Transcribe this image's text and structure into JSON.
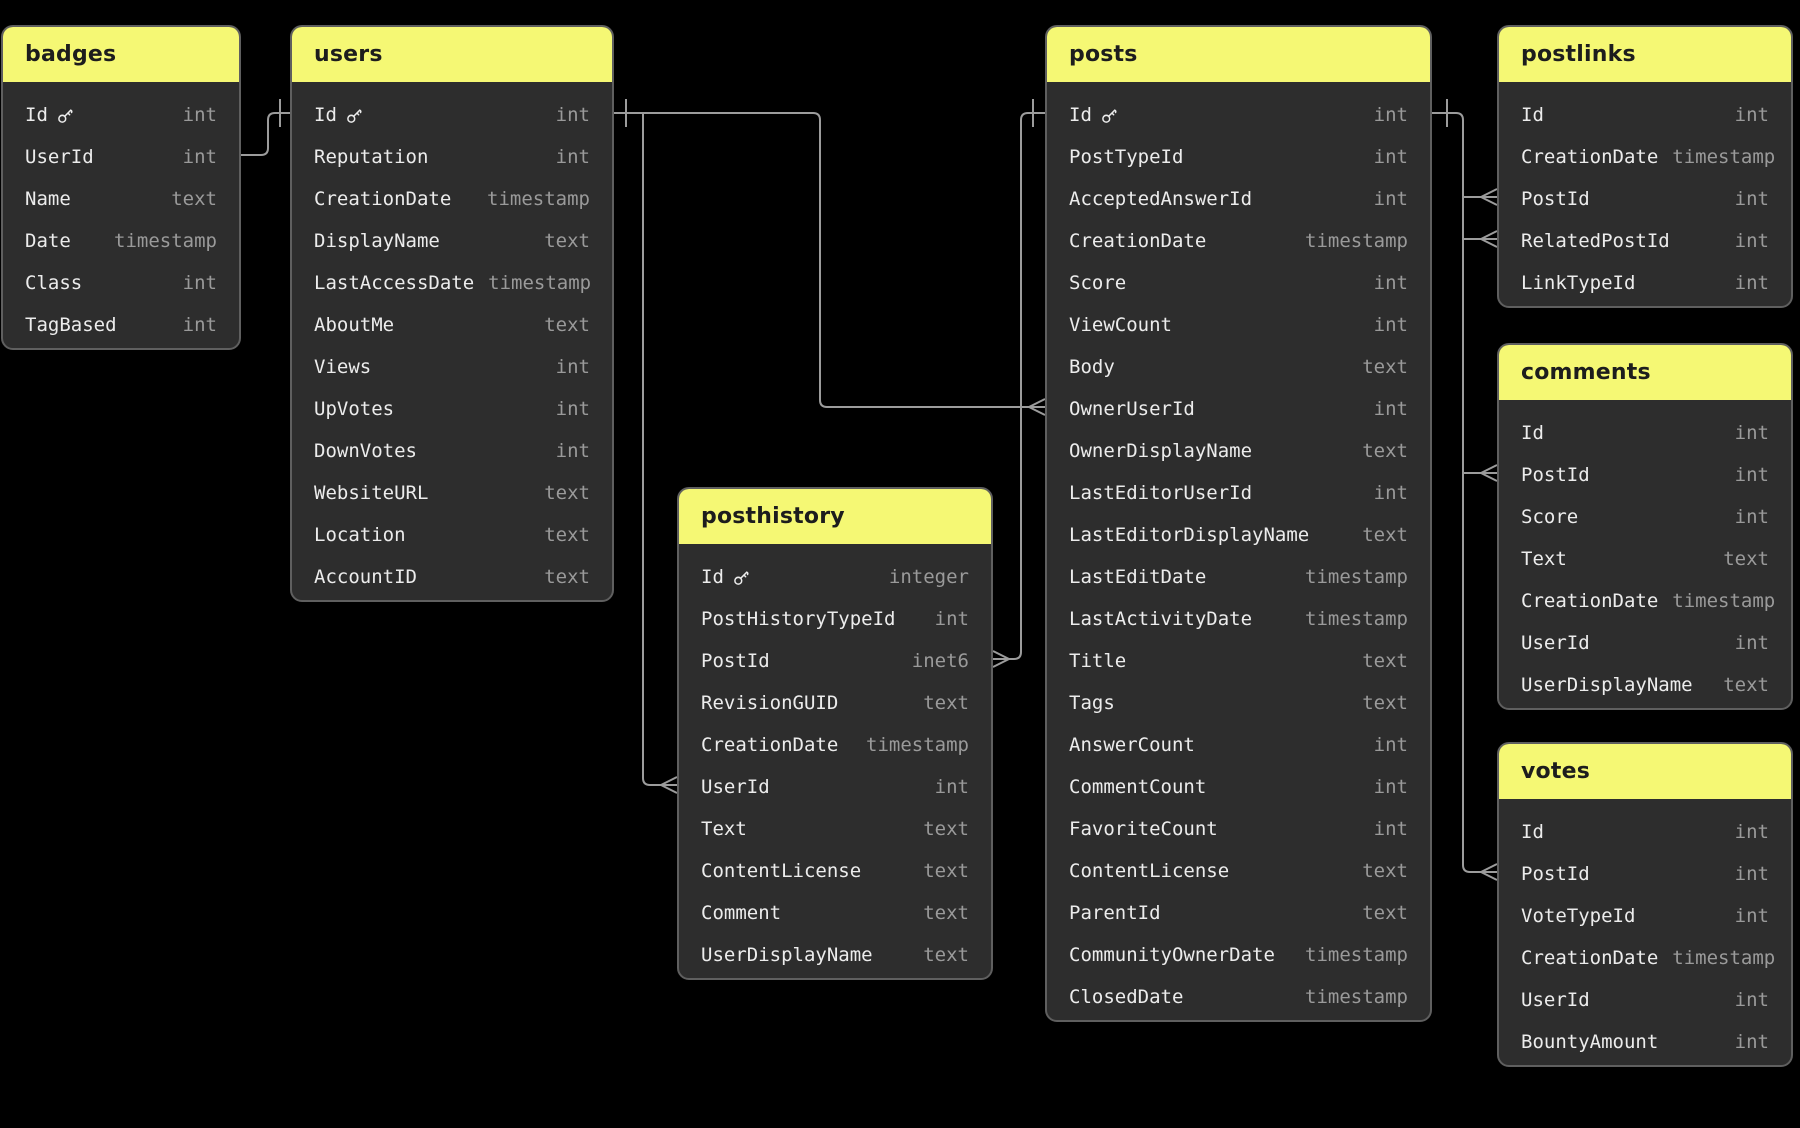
{
  "colors": {
    "canvas_bg": "#000000",
    "table_bg": "#2d2d2d",
    "table_border": "#5f5f5f",
    "header_bg": "#f5f874",
    "header_text": "#1d1d1d",
    "field_name_text": "#ececec",
    "field_type_text": "#9a9a9a",
    "relationship_line": "#9c9c9c"
  },
  "tables": {
    "badges": {
      "name": "badges",
      "fields": [
        {
          "name": "Id",
          "type": "int",
          "key": true
        },
        {
          "name": "UserId",
          "type": "int"
        },
        {
          "name": "Name",
          "type": "text"
        },
        {
          "name": "Date",
          "type": "timestamp"
        },
        {
          "name": "Class",
          "type": "int"
        },
        {
          "name": "TagBased",
          "type": "int"
        }
      ]
    },
    "users": {
      "name": "users",
      "fields": [
        {
          "name": "Id",
          "type": "int",
          "key": true
        },
        {
          "name": "Reputation",
          "type": "int"
        },
        {
          "name": "CreationDate",
          "type": "timestamp"
        },
        {
          "name": "DisplayName",
          "type": "text"
        },
        {
          "name": "LastAccessDate",
          "type": "timestamp"
        },
        {
          "name": "AboutMe",
          "type": "text"
        },
        {
          "name": "Views",
          "type": "int"
        },
        {
          "name": "UpVotes",
          "type": "int"
        },
        {
          "name": "DownVotes",
          "type": "int"
        },
        {
          "name": "WebsiteURL",
          "type": "text"
        },
        {
          "name": "Location",
          "type": "text"
        },
        {
          "name": "AccountID",
          "type": "text"
        }
      ]
    },
    "posthistory": {
      "name": "posthistory",
      "fields": [
        {
          "name": "Id",
          "type": "integer",
          "key": true
        },
        {
          "name": "PostHistoryTypeId",
          "type": "int"
        },
        {
          "name": "PostId",
          "type": "inet6"
        },
        {
          "name": "RevisionGUID",
          "type": "text"
        },
        {
          "name": "CreationDate",
          "type": "timestamp"
        },
        {
          "name": "UserId",
          "type": "int"
        },
        {
          "name": "Text",
          "type": "text"
        },
        {
          "name": "ContentLicense",
          "type": "text"
        },
        {
          "name": "Comment",
          "type": "text"
        },
        {
          "name": "UserDisplayName",
          "type": "text"
        }
      ]
    },
    "posts": {
      "name": "posts",
      "fields": [
        {
          "name": "Id",
          "type": "int",
          "key": true
        },
        {
          "name": "PostTypeId",
          "type": "int"
        },
        {
          "name": "AcceptedAnswerId",
          "type": "int"
        },
        {
          "name": "CreationDate",
          "type": "timestamp"
        },
        {
          "name": "Score",
          "type": "int"
        },
        {
          "name": "ViewCount",
          "type": "int"
        },
        {
          "name": "Body",
          "type": "text"
        },
        {
          "name": "OwnerUserId",
          "type": "int"
        },
        {
          "name": "OwnerDisplayName",
          "type": "text"
        },
        {
          "name": "LastEditorUserId",
          "type": "int"
        },
        {
          "name": "LastEditorDisplayName",
          "type": "text"
        },
        {
          "name": "LastEditDate",
          "type": "timestamp"
        },
        {
          "name": "LastActivityDate",
          "type": "timestamp"
        },
        {
          "name": "Title",
          "type": "text"
        },
        {
          "name": "Tags",
          "type": "text"
        },
        {
          "name": "AnswerCount",
          "type": "int"
        },
        {
          "name": "CommentCount",
          "type": "int"
        },
        {
          "name": "FavoriteCount",
          "type": "int"
        },
        {
          "name": "ContentLicense",
          "type": "text"
        },
        {
          "name": "ParentId",
          "type": "text"
        },
        {
          "name": "CommunityOwnerDate",
          "type": "timestamp"
        },
        {
          "name": "ClosedDate",
          "type": "timestamp"
        }
      ]
    },
    "postlinks": {
      "name": "postlinks",
      "fields": [
        {
          "name": "Id",
          "type": "int"
        },
        {
          "name": "CreationDate",
          "type": "timestamp"
        },
        {
          "name": "PostId",
          "type": "int"
        },
        {
          "name": "RelatedPostId",
          "type": "int"
        },
        {
          "name": "LinkTypeId",
          "type": "int"
        }
      ]
    },
    "comments": {
      "name": "comments",
      "fields": [
        {
          "name": "Id",
          "type": "int"
        },
        {
          "name": "PostId",
          "type": "int"
        },
        {
          "name": "Score",
          "type": "int"
        },
        {
          "name": "Text",
          "type": "text"
        },
        {
          "name": "CreationDate",
          "type": "timestamp"
        },
        {
          "name": "UserId",
          "type": "int"
        },
        {
          "name": "UserDisplayName",
          "type": "text"
        }
      ]
    },
    "votes": {
      "name": "votes",
      "fields": [
        {
          "name": "Id",
          "type": "int"
        },
        {
          "name": "PostId",
          "type": "int"
        },
        {
          "name": "VoteTypeId",
          "type": "int"
        },
        {
          "name": "CreationDate",
          "type": "timestamp"
        },
        {
          "name": "UserId",
          "type": "int"
        },
        {
          "name": "BountyAmount",
          "type": "int"
        }
      ]
    }
  },
  "relationships": [
    {
      "many": "badges.UserId",
      "one": "users.Id"
    },
    {
      "many": "posthistory.UserId",
      "one": "users.Id"
    },
    {
      "many": "posts.OwnerUserId",
      "one": "users.Id"
    },
    {
      "many": "posthistory.PostId",
      "one": "posts.Id"
    },
    {
      "many": "postlinks.PostId",
      "one": "posts.Id"
    },
    {
      "many": "postlinks.RelatedPostId",
      "one": "posts.Id"
    },
    {
      "many": "comments.PostId",
      "one": "posts.Id"
    },
    {
      "many": "votes.PostId",
      "one": "posts.Id"
    }
  ]
}
